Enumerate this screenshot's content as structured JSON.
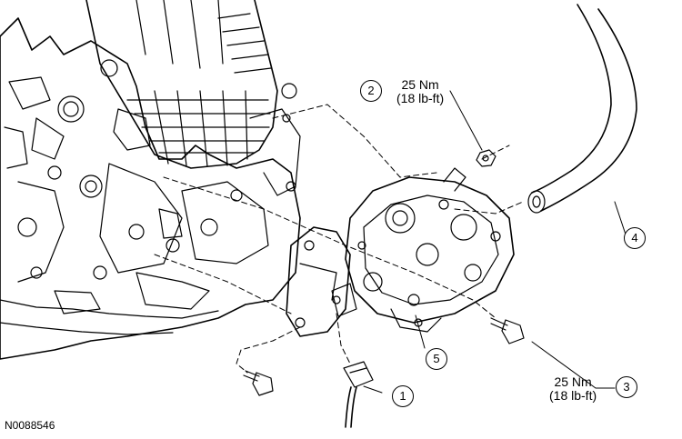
{
  "figure_id": "N0088546",
  "callouts": {
    "c1": "1",
    "c2": "2",
    "c3": "3",
    "c4": "4",
    "c5": "5"
  },
  "torques": {
    "t2_line1": "25 Nm",
    "t2_line2": "(18 lb-ft)",
    "t3_line1": "25 Nm",
    "t3_line2": "(18 lb-ft)"
  }
}
